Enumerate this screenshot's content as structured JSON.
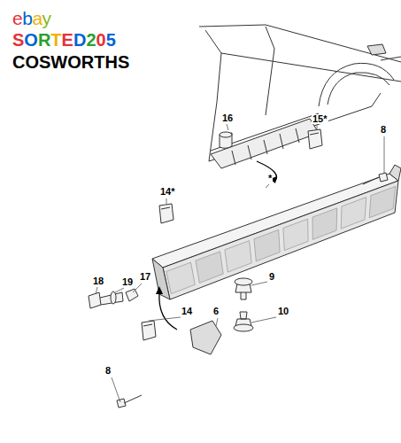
{
  "diagram": {
    "labels": [
      "ebay",
      "SORTED205",
      "COSWORTHS",
      "16",
      "15*",
      "8",
      "14*",
      "*",
      "9",
      "17",
      "18",
      "19",
      "14",
      "6",
      "10",
      "8"
    ]
  }
}
